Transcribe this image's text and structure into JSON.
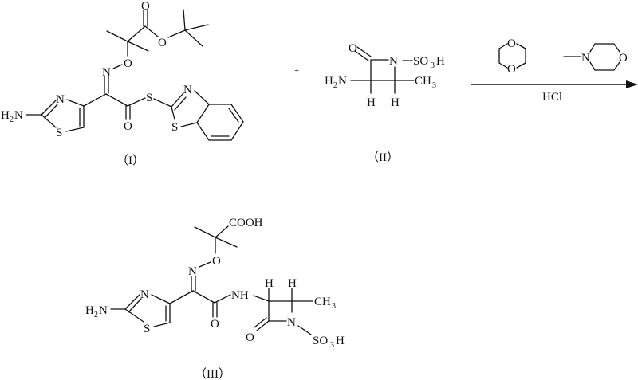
{
  "diagram": {
    "type": "chemical reaction scheme",
    "plus_sign": "+",
    "compounds": [
      {
        "id": "I",
        "label": "（I）",
        "atoms": {
          "amine": "H",
          "amine_sub": "2",
          "amine_n": "N",
          "thiazole_n": "N",
          "thiazole_s": "S",
          "oxime_n": "N",
          "oxime_o": "O",
          "ester_carbonyl_o": "O",
          "ester_o": "O",
          "thioester_o": "O",
          "thioester_s": "S",
          "benzothiazole_n": "N",
          "benzothiazole_s": "S"
        }
      },
      {
        "id": "II",
        "label": "（II）",
        "atoms": {
          "carbonyl_o": "O",
          "ring_n": "N",
          "sulfo": "SO",
          "sulfo_sub": "3",
          "sulfo_h": "H",
          "amine": "H",
          "amine_sub": "2",
          "amine_n": "N",
          "methyl": "CH",
          "methyl_sub": "3",
          "h_left": "H",
          "h_right": "H"
        }
      },
      {
        "id": "III",
        "label": "（III）",
        "atoms": {
          "acid": "COOH",
          "oxime_o": "O",
          "oxime_n": "N",
          "amine": "H",
          "amine_sub": "2",
          "amine_n": "N",
          "thiazole_n": "N",
          "thiazole_s": "S",
          "amide_o": "O",
          "amide_nh": "NH",
          "h_left": "H",
          "h_right": "H",
          "methyl": "CH",
          "methyl_sub": "3",
          "ring_n": "N",
          "lactam_o": "O",
          "sulfo": "SO",
          "sulfo_sub": "3",
          "sulfo_h": "H"
        }
      }
    ],
    "reaction_arrow": {
      "reagents_above": [
        "1,4-dioxane (structure)",
        "N-methylmorpholine (structure)"
      ],
      "reagent_below": "HCl",
      "dioxane_atoms": {
        "o_top": "O",
        "o_bottom": "O"
      },
      "nmm_atoms": {
        "n": "N",
        "o": "O"
      }
    }
  }
}
